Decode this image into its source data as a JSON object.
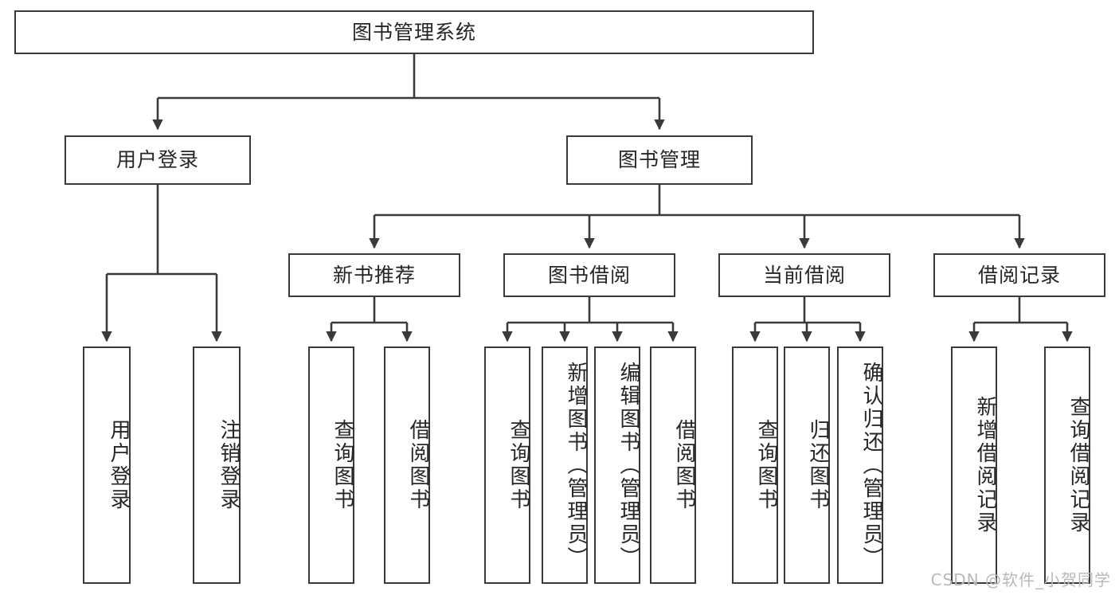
{
  "diagram": {
    "type": "tree",
    "title": "图书管理系统",
    "watermark": "CSDN @软件_小贺同学",
    "colors": {
      "stroke": "#3a3a3a",
      "text": "#262626",
      "background": "#ffffff",
      "watermark": "#b9b9b9"
    },
    "root": {
      "label": "图书管理系统"
    },
    "level1": [
      {
        "label": "用户登录"
      },
      {
        "label": "图书管理"
      }
    ],
    "level2": [
      {
        "label": "新书推荐"
      },
      {
        "label": "图书借阅"
      },
      {
        "label": "当前借阅"
      },
      {
        "label": "借阅记录"
      }
    ],
    "leaves": {
      "user_login": [
        {
          "label": "用户登录"
        },
        {
          "label": "注销登录"
        }
      ],
      "new_book": [
        {
          "label": "查询图书"
        },
        {
          "label": "借阅图书"
        }
      ],
      "borrow_book": [
        {
          "label": "查询图书"
        },
        {
          "label": "新增图书（管理员）"
        },
        {
          "label": "编辑图书（管理员）"
        },
        {
          "label": "借阅图书"
        }
      ],
      "current_borrow": [
        {
          "label": "查询图书"
        },
        {
          "label": "归还图书"
        },
        {
          "label": "确认归还（管理员）"
        }
      ],
      "borrow_record": [
        {
          "label": "新增借阅记录"
        },
        {
          "label": "查询借阅记录"
        }
      ]
    }
  }
}
